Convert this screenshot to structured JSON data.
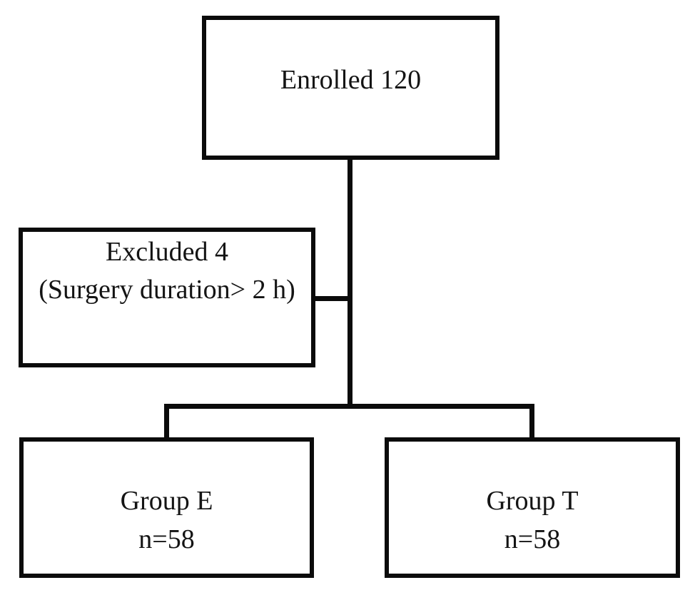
{
  "colors": {
    "background": "#ffffff",
    "line": "#0b0b0b",
    "text": "#141414"
  },
  "flowchart": {
    "nodes": {
      "enrolled": {
        "label": "Enrolled 120"
      },
      "excluded": {
        "lines": {
          "0": "Excluded 4",
          "1": "(Surgery duration> 2 h)"
        }
      },
      "group_e": {
        "label": "Group E",
        "count": "n=58"
      },
      "group_t": {
        "label": "Group T",
        "count": "n=58"
      }
    },
    "edges": {
      "0": "enrolled -> groups junction (vertical trunk)",
      "1": "excluded -> trunk (horizontal stub)",
      "2": "junction -> Group E (drop)",
      "3": "junction -> Group T (drop)"
    }
  }
}
